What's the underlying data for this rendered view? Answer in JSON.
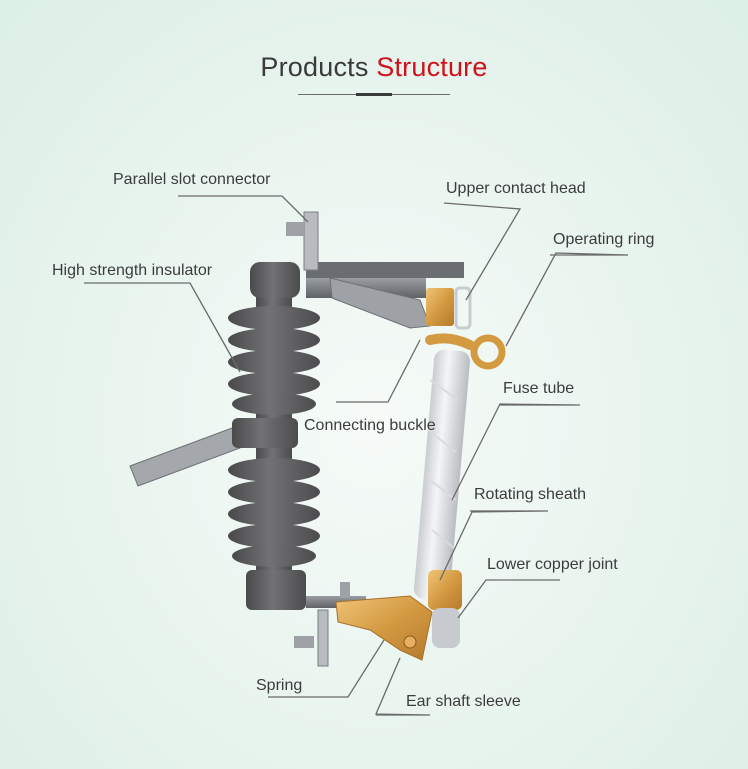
{
  "header": {
    "title_main": "Products",
    "title_accent": "Structure"
  },
  "colors": {
    "accent": "#d0101a",
    "insulator": "#5e5e60",
    "copper": "#d8a04a",
    "leader_line": "#6a6a6a"
  },
  "labels": {
    "parallel_slot_connector": "Parallel slot connector",
    "upper_contact_head": "Upper contact head",
    "operating_ring": "Operating ring",
    "high_strength_insulator": "High strength insulator",
    "connecting_buckle": "Connecting buckle",
    "fuse_tube": "Fuse tube",
    "rotating_sheath": "Rotating sheath",
    "lower_copper_joint": "Lower copper joint",
    "spring": "Spring",
    "ear_shaft_sleeve": "Ear shaft sleeve"
  }
}
